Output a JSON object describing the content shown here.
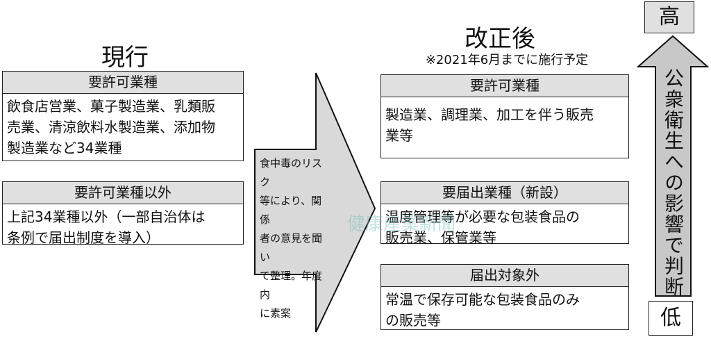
{
  "current": {
    "title": "現行",
    "boxes": [
      {
        "header": "要許可業種",
        "lines": [
          "飲食店営業、菓子製造業、乳類販",
          "売業、清涼飲料水製造業、添加物",
          "製造業など34業種"
        ]
      },
      {
        "header": "要許可業種以外",
        "lines": [
          "上記34業種以外（一部自治体は",
          "条例で届出制度を導入）"
        ]
      }
    ]
  },
  "process": {
    "lines": [
      "食中毒のリスク",
      "等により、関係",
      "者の意見を聞い",
      "て整理。年度内",
      "に素案"
    ]
  },
  "revised": {
    "title": "改正後",
    "note": "※2021年6月までに施行予定",
    "boxes": [
      {
        "header": "要許可業種",
        "lines": [
          "製造業、調理業、加工を伴う販売",
          "業等"
        ]
      },
      {
        "header": "要届出業種（新設）",
        "lines": [
          "温度管理等が必要な包装食品の",
          "販売業、保管業等"
        ]
      },
      {
        "header": "届出対象外",
        "lines": [
          "常温で保存可能な包装食品のみ",
          "の販売等"
        ]
      }
    ]
  },
  "scale": {
    "high": "高",
    "low": "低",
    "label": "公衆衛生への影響で判断"
  },
  "watermark": "健康産業新聞",
  "colors": {
    "header_fill": "#e0e0e0",
    "arrow_fill": "#cfcfcf"
  }
}
